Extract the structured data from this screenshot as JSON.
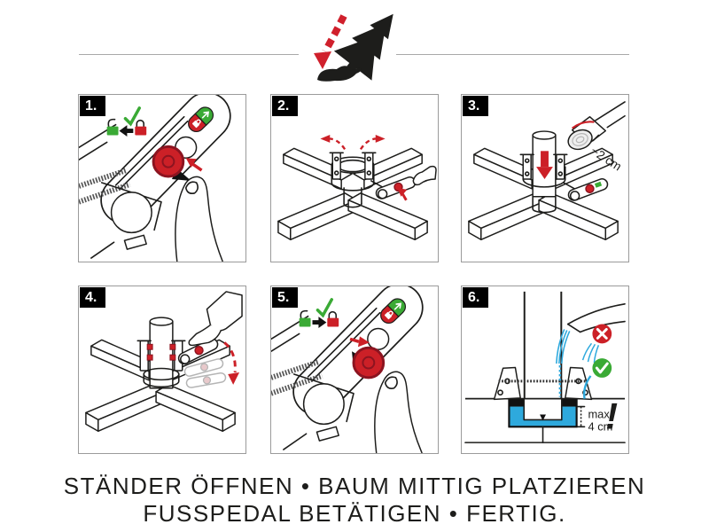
{
  "colors": {
    "accent_red": "#cc2027",
    "accent_green": "#3aaa35",
    "water_blue": "#2ea9dd",
    "ink": "#1d1d1b",
    "panel_border": "#9b9b9b",
    "divider_gray": "#a8a8a8"
  },
  "header": {
    "tree_icon": "tilted-fir-tree-icon",
    "drop_arrow_icon": "red-dashed-arrow-down-icon",
    "base_icon": "tree-stand-silhouette-icon"
  },
  "steps": [
    {
      "number": "1.",
      "icons": [
        "check-icon",
        "unlock-icon",
        "arrow-left-icon",
        "lock-icon",
        "red-knob",
        "finger",
        "lock-toggle-pill-icon"
      ]
    },
    {
      "number": "2.",
      "icons": [
        "claws-open-arrows-icon",
        "stand-base",
        "foot-on-pedal"
      ]
    },
    {
      "number": "3.",
      "cut_label": "~2 cm",
      "icons": [
        "insert-trunk-arrow-icon",
        "trunk-cut-detail"
      ]
    },
    {
      "number": "4.",
      "icons": [
        "pump-pedal-arrow-icon",
        "clamped-claws",
        "foot-on-pedal"
      ]
    },
    {
      "number": "5.",
      "icons": [
        "check-icon",
        "unlock-icon",
        "arrow-right-icon",
        "lock-icon",
        "red-knob",
        "finger",
        "lock-toggle-pill-icon"
      ]
    },
    {
      "number": "6.",
      "max_label": "max.",
      "max_value": "4 cm",
      "warning_mark": "!",
      "icons": [
        "watering-can-icon",
        "wrong-icon",
        "correct-icon",
        "water-reservoir"
      ]
    }
  ],
  "caption": {
    "line1": "STÄNDER ÖFFNEN • BAUM MITTIG PLATZIEREN",
    "line2": "FUSSPEDAL BETÄTIGEN • FERTIG."
  }
}
